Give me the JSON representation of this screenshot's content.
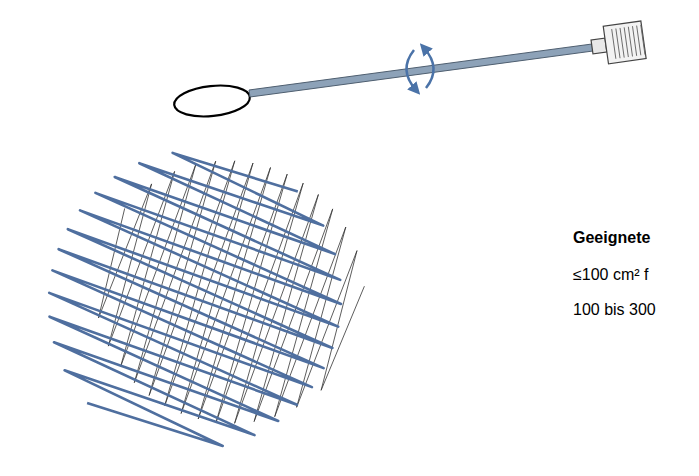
{
  "diagram": {
    "labels": [
      "Geeignete",
      "≤100 cm² f",
      "100 bis 300"
    ]
  }
}
